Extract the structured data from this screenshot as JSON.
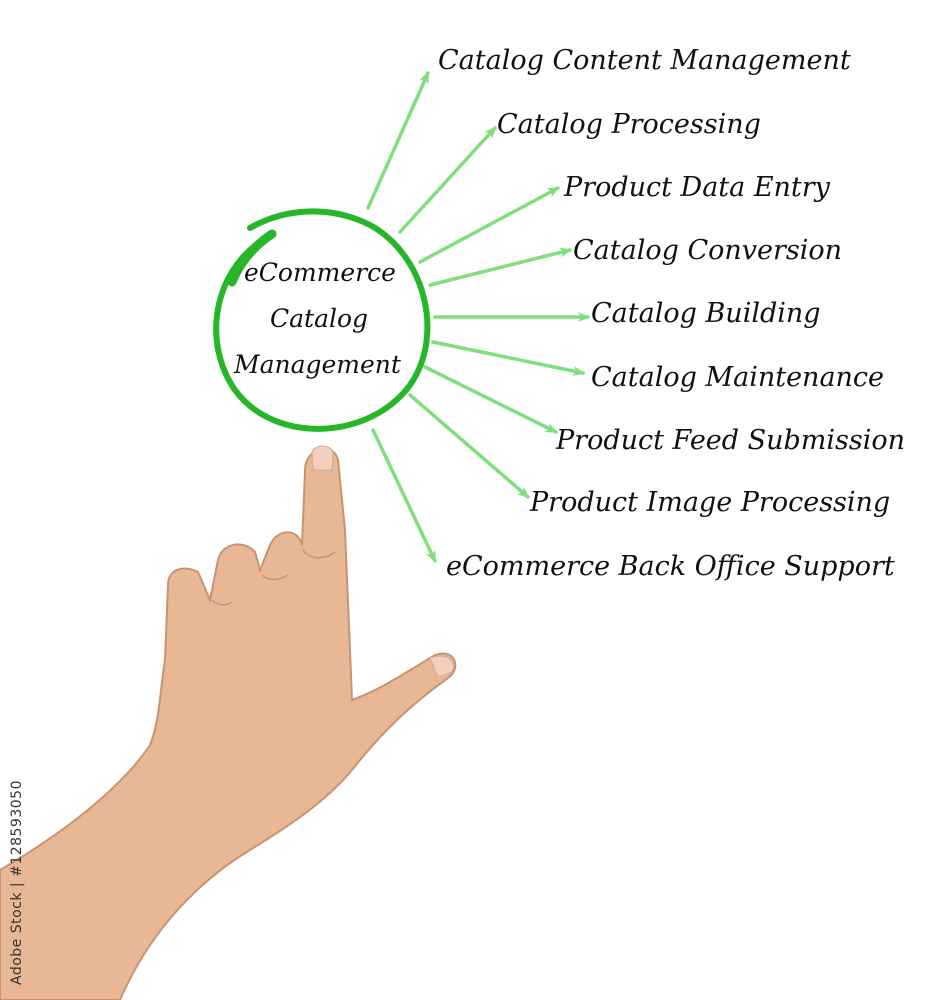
{
  "diagram": {
    "center": {
      "lines": [
        "eCommerce",
        "Catalog",
        "Management"
      ]
    },
    "branches": [
      "Catalog Content Management",
      "Catalog Processing",
      "Product Data Entry",
      "Catalog Conversion",
      "Catalog Building",
      "Catalog Maintenance",
      "Product Feed Submission",
      "Product Image Processing",
      "eCommerce Back Office Support"
    ],
    "colors": {
      "circle": "#27b52a",
      "arrow": "#7fe07a",
      "text": "#111111",
      "skin": "#e8b896",
      "background": "#ffffff"
    }
  },
  "watermark": {
    "text": "Adobe Stock | #128593050"
  }
}
